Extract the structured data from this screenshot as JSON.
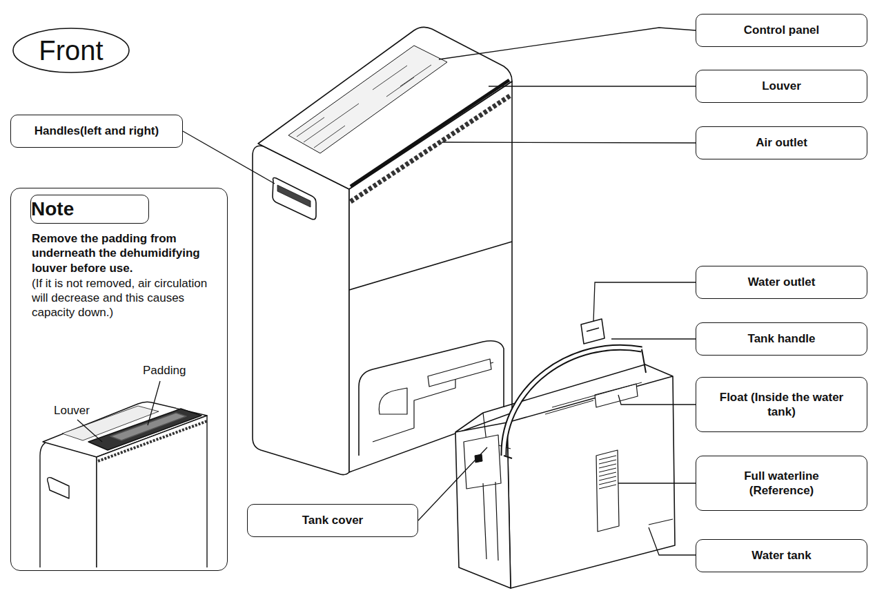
{
  "diagram": {
    "nodes": [
      {
        "text": [
          "Front"
        ]
      },
      {
        "text": [
          "Control panel"
        ]
      },
      {
        "text": [
          "Louver"
        ]
      },
      {
        "text": [
          "Handles(left and right)"
        ]
      },
      {
        "text": [
          "Air outlet"
        ]
      },
      {
        "text": [
          "Remove the padding from underneath the dehumidifying louver before use.",
          "(If it is not removed, air circulation will decrease and this causes capacity down.)"
        ]
      },
      {
        "text": [
          "Note"
        ],
        "in": 5
      },
      {
        "text": [
          "Water outlet"
        ]
      },
      {
        "text": [
          "Tank handle"
        ]
      },
      {
        "text": [
          "Float (Inside the water tank)"
        ]
      },
      {
        "text": [
          "Full waterline (Reference)"
        ]
      },
      {
        "text": [
          "Tank cover"
        ]
      },
      {
        "text": [
          "Water tank"
        ]
      }
    ],
    "labels": [
      "Padding",
      "Louver"
    ]
  }
}
